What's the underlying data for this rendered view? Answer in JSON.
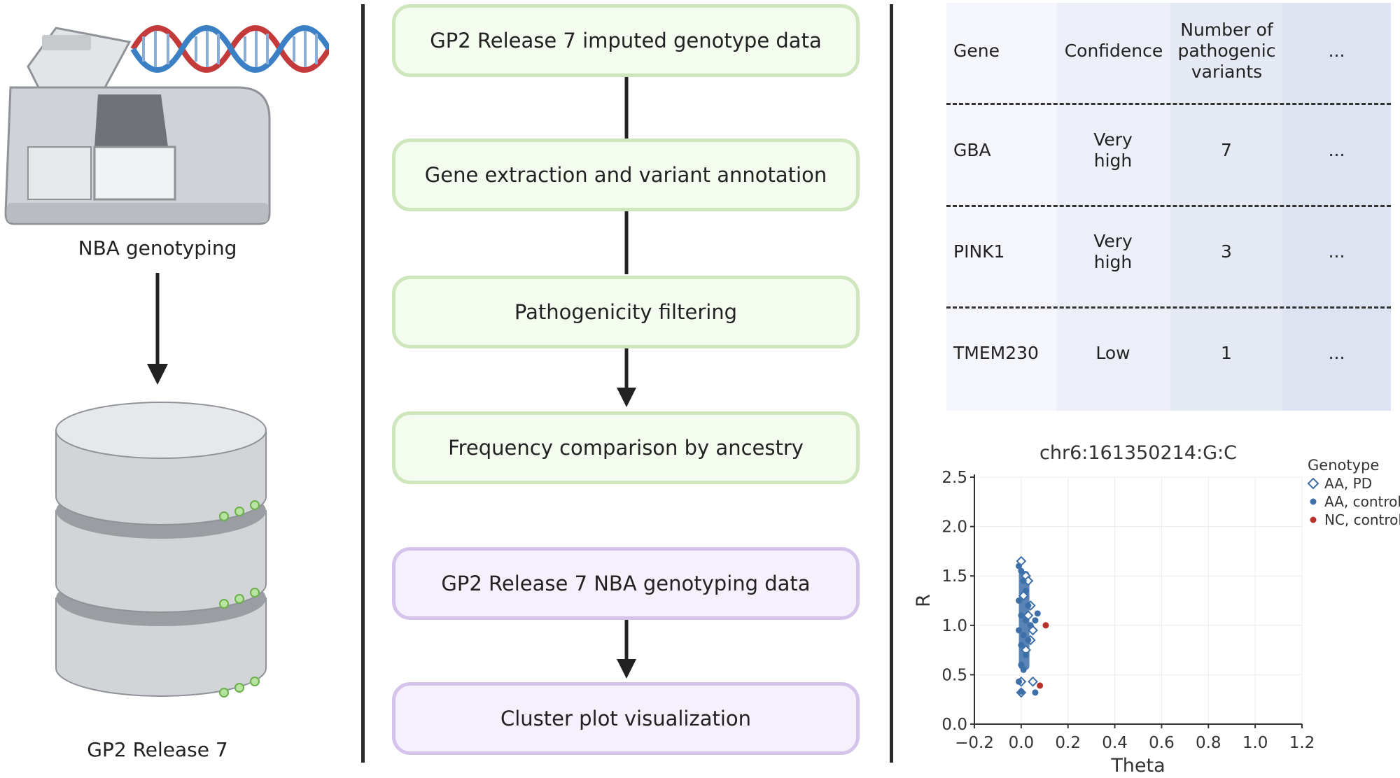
{
  "left": {
    "genotyping_label": "NBA genotyping",
    "release_label": "GP2 Release 7"
  },
  "flow": {
    "green_steps": [
      "GP2 Release 7 imputed genotype data",
      "Gene extraction and variant annotation",
      "Pathogenicity filtering",
      "Frequency comparison by ancestry"
    ],
    "purple_steps": [
      "GP2 Release 7 NBA genotyping data",
      "Cluster plot visualization"
    ]
  },
  "table": {
    "headers": [
      "Gene",
      "Confidence",
      "Number of pathogenic variants",
      "..."
    ],
    "rows": [
      {
        "gene": "GBA",
        "confidence": "Very high",
        "count": "7",
        "more": "..."
      },
      {
        "gene": "PINK1",
        "confidence": "Very high",
        "count": "3",
        "more": "..."
      },
      {
        "gene": "TMEM230",
        "confidence": "Low",
        "count": "1",
        "more": "..."
      }
    ],
    "colors": [
      "#f4f6fb",
      "#eceff7",
      "#e4e9f4",
      "#dde3f1"
    ]
  },
  "chart_data": {
    "type": "scatter",
    "title": "chr6:161350214:G:C",
    "xlabel": "Theta",
    "ylabel": "R",
    "xlim": [
      -0.2,
      1.2
    ],
    "ylim": [
      0.0,
      2.5
    ],
    "x_ticks": [
      "−0.2",
      "0.0",
      "0.2",
      "0.4",
      "0.6",
      "0.8",
      "1.0",
      "1.2"
    ],
    "y_ticks": [
      "0.0",
      "0.5",
      "1.0",
      "1.5",
      "2.0",
      "2.5"
    ],
    "legend_title": "Genotype",
    "legend_position": "top-right",
    "grid": true,
    "series": [
      {
        "name": "AA, PD",
        "marker": "diamond-open",
        "color": "#3d6fa8",
        "points": [
          [
            0.0,
            1.65
          ],
          [
            0.02,
            1.5
          ],
          [
            0.03,
            1.45
          ],
          [
            0.01,
            1.3
          ],
          [
            0.04,
            1.2
          ],
          [
            0.03,
            1.1
          ],
          [
            0.05,
            0.95
          ],
          [
            0.04,
            0.85
          ],
          [
            0.02,
            0.75
          ],
          [
            0.0,
            0.43
          ],
          [
            0.05,
            0.43
          ],
          [
            0.0,
            0.32
          ]
        ]
      },
      {
        "name": "AA, control",
        "marker": "dot",
        "color": "#3d6fa8",
        "points": [
          [
            -0.01,
            1.6
          ],
          [
            0.0,
            1.55
          ],
          [
            0.01,
            1.45
          ],
          [
            0.02,
            1.35
          ],
          [
            -0.01,
            1.25
          ],
          [
            0.03,
            1.2
          ],
          [
            0.0,
            1.1
          ],
          [
            0.02,
            1.05
          ],
          [
            0.04,
            1.0
          ],
          [
            -0.01,
            0.95
          ],
          [
            0.01,
            0.9
          ],
          [
            0.03,
            0.85
          ],
          [
            0.0,
            0.8
          ],
          [
            0.02,
            0.7
          ],
          [
            0.0,
            0.6
          ],
          [
            0.01,
            0.55
          ],
          [
            -0.01,
            0.43
          ],
          [
            0.0,
            0.33
          ],
          [
            0.06,
            0.32
          ],
          [
            0.07,
            1.12
          ],
          [
            0.06,
            1.05
          ]
        ]
      },
      {
        "name": "NC, control",
        "marker": "dot",
        "color": "#b8322b",
        "points": [
          [
            0.105,
            1.0
          ],
          [
            0.08,
            0.39
          ]
        ]
      }
    ]
  }
}
